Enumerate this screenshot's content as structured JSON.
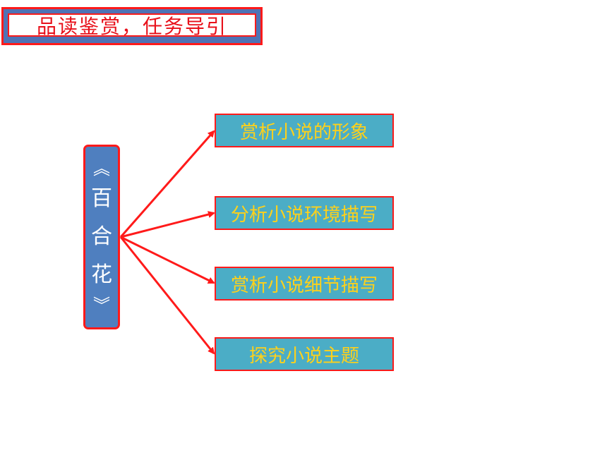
{
  "header": {
    "title": "品读鉴赏，任务导引"
  },
  "diagram": {
    "root": {
      "open_bracket": "︽",
      "chars": [
        "百",
        "合",
        "花"
      ],
      "close_bracket": "︾"
    },
    "branches": [
      {
        "label": "赏析小说的形象"
      },
      {
        "label": "分析小说环境描写"
      },
      {
        "label": "赏析小说细节描写"
      },
      {
        "label": "探究小说主题"
      }
    ]
  },
  "colors": {
    "title_text": "#e8101a",
    "border": "#ff1a1a",
    "root_fill": "#4f7fbf",
    "branch_fill": "#4badc6",
    "branch_text": "#ffd11a",
    "arrow": "#ff1a1a"
  }
}
